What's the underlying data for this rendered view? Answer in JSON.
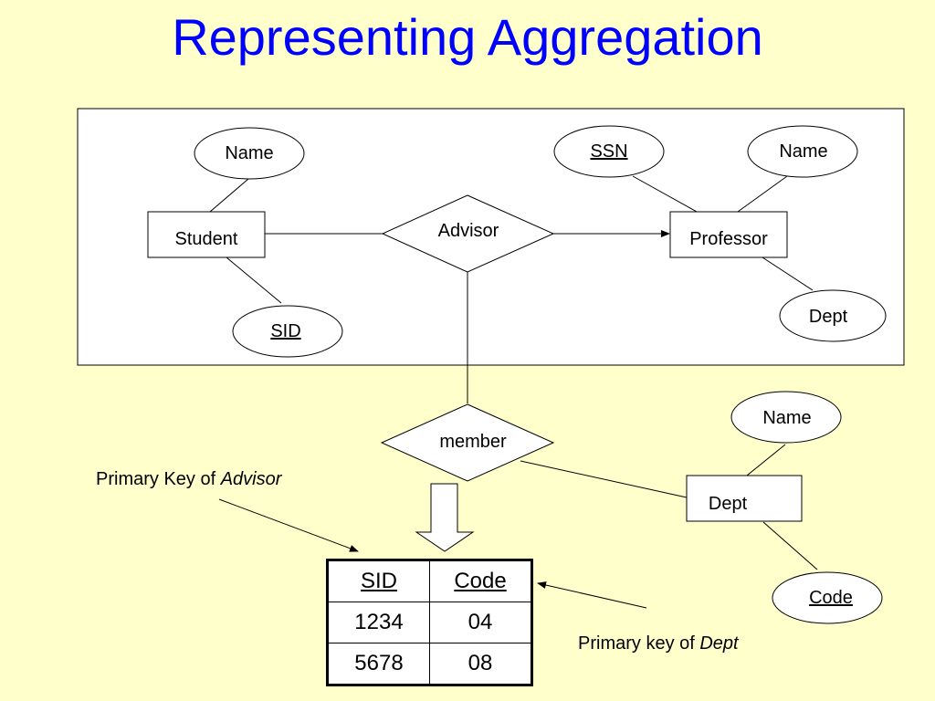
{
  "title": "Representing Aggregation",
  "colors": {
    "title": "#0000ff",
    "background": "#ffffcc"
  },
  "entities": {
    "student": "Student",
    "professor": "Professor",
    "dept": "Dept"
  },
  "relationships": {
    "advisor": "Advisor",
    "member": "member"
  },
  "attributes": {
    "student_name": "Name",
    "student_sid": "SID",
    "professor_ssn": "SSN",
    "professor_name": "Name",
    "professor_dept": "Dept",
    "dept_name": "Name",
    "dept_code": "Code"
  },
  "table": {
    "headers": [
      "SID",
      "Code"
    ],
    "rows": [
      [
        "1234",
        "04"
      ],
      [
        "5678",
        "08"
      ]
    ]
  },
  "notes": {
    "advisor_key_prefix": "Primary Key of ",
    "advisor_key_term": "Advisor",
    "dept_key_prefix": "Primary key of ",
    "dept_key_term": "Dept"
  }
}
